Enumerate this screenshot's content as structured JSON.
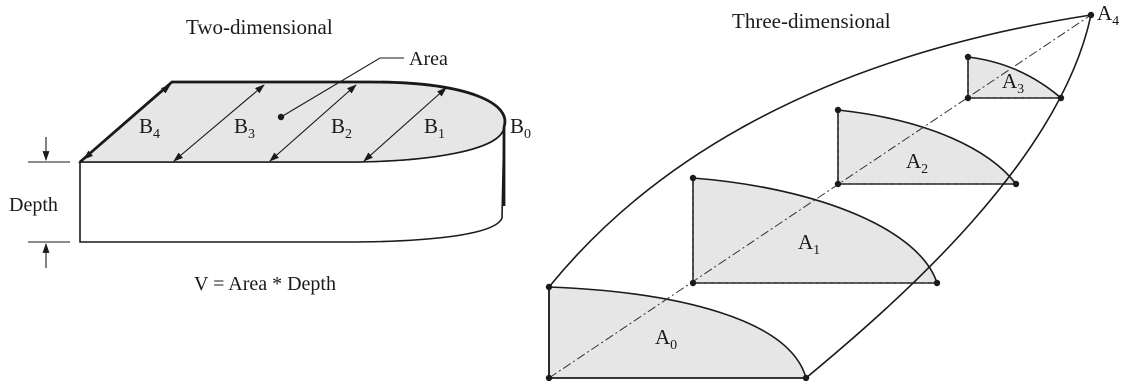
{
  "two_d": {
    "title": "Two-dimensional",
    "area_label": "Area",
    "depth_label": "Depth",
    "formula": "V = Area * Depth",
    "breadths": [
      {
        "base": "B",
        "sub": "4"
      },
      {
        "base": "B",
        "sub": "3"
      },
      {
        "base": "B",
        "sub": "2"
      },
      {
        "base": "B",
        "sub": "1"
      },
      {
        "base": "B",
        "sub": "0"
      }
    ]
  },
  "three_d": {
    "title": "Three-dimensional",
    "sections": [
      {
        "base": "A",
        "sub": "0"
      },
      {
        "base": "A",
        "sub": "1"
      },
      {
        "base": "A",
        "sub": "2"
      },
      {
        "base": "A",
        "sub": "3"
      },
      {
        "base": "A",
        "sub": "4"
      }
    ]
  },
  "colors": {
    "face_fill": "#e6e6e6",
    "line": "#1a1a1a"
  }
}
